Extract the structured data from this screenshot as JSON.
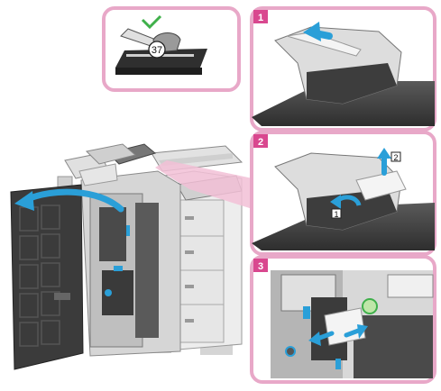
{
  "colors": {
    "frame": "#e8a8c8",
    "badge": "#d9488f",
    "arrow_blue": "#2a9fd8",
    "dark_gray": "#3a3a3a",
    "machine_light": "#e9e9e9",
    "machine_mid": "#bdbdbd"
  },
  "detail": {
    "lever_number": "37"
  },
  "steps": [
    {
      "number": "1",
      "callouts": []
    },
    {
      "number": "2",
      "callouts": [
        "1",
        "2"
      ]
    },
    {
      "number": "3",
      "callouts": []
    }
  ]
}
